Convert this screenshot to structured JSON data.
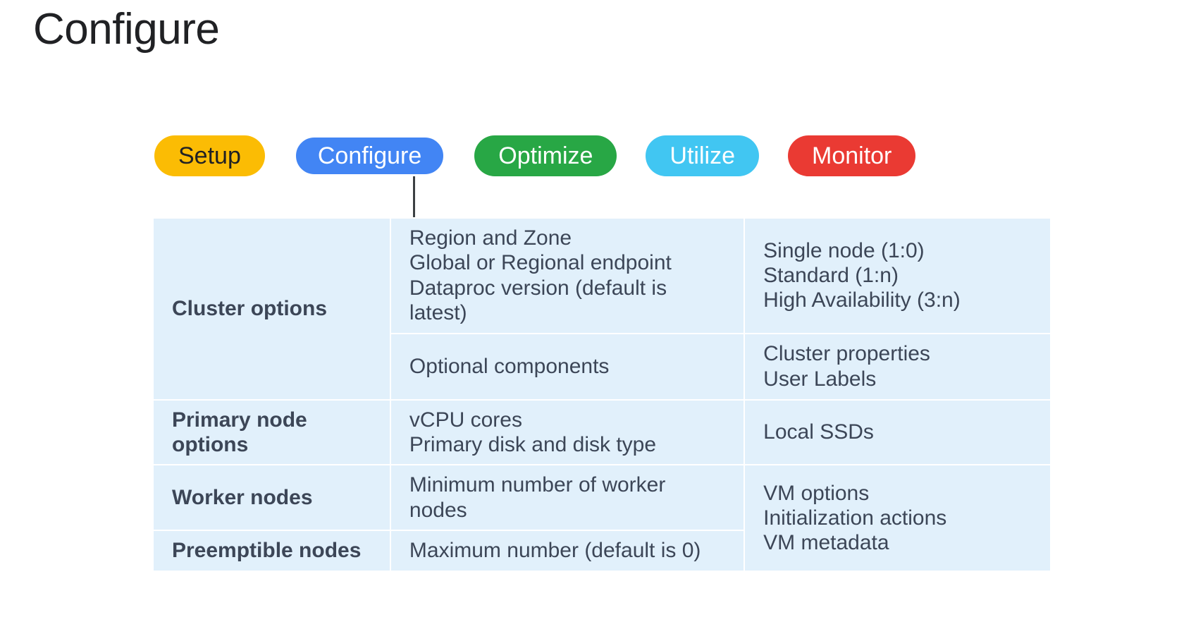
{
  "slide": {
    "title": "Configure"
  },
  "nav": {
    "selected": "Configure",
    "pills": [
      {
        "label": "Setup",
        "bg": "#FBBC04",
        "fg": "#202124",
        "selected": false
      },
      {
        "label": "Configure",
        "bg": "#4285F4",
        "fg": "#FFFFFF",
        "selected": true
      },
      {
        "label": "Optimize",
        "bg": "#28A745",
        "fg": "#FFFFFF",
        "selected": false
      },
      {
        "label": "Utilize",
        "bg": "#41C6F2",
        "fg": "#FFFFFF",
        "selected": false
      },
      {
        "label": "Monitor",
        "bg": "#EA3A33",
        "fg": "#FFFFFF",
        "selected": false
      }
    ]
  },
  "matrix": {
    "cell_bg": "#E1F0FB",
    "text_color": "#3C4657",
    "rows": [
      {
        "label": "Cluster options",
        "label_rowspan": 2,
        "middle": [
          "Region and Zone",
          "Global or Regional endpoint",
          "Dataproc version (default is latest)"
        ],
        "right": [
          "Single node (1:0)",
          "Standard (1:n)",
          "High Availability (3:n)"
        ]
      },
      {
        "label": null,
        "middle": [
          "Optional components"
        ],
        "right": [
          "Cluster properties",
          "User Labels"
        ]
      },
      {
        "label": "Primary node options",
        "middle": [
          "vCPU cores",
          "Primary disk and disk type"
        ],
        "right": [
          "Local SSDs"
        ]
      },
      {
        "label": "Worker nodes",
        "middle": [
          "Minimum number of worker nodes"
        ],
        "right": [
          "VM options",
          "Initialization actions",
          "VM metadata"
        ],
        "right_rowspan": 2
      },
      {
        "label": "Preemptible nodes",
        "middle": [
          "Maximum number (default is 0)"
        ],
        "right": null
      }
    ]
  }
}
